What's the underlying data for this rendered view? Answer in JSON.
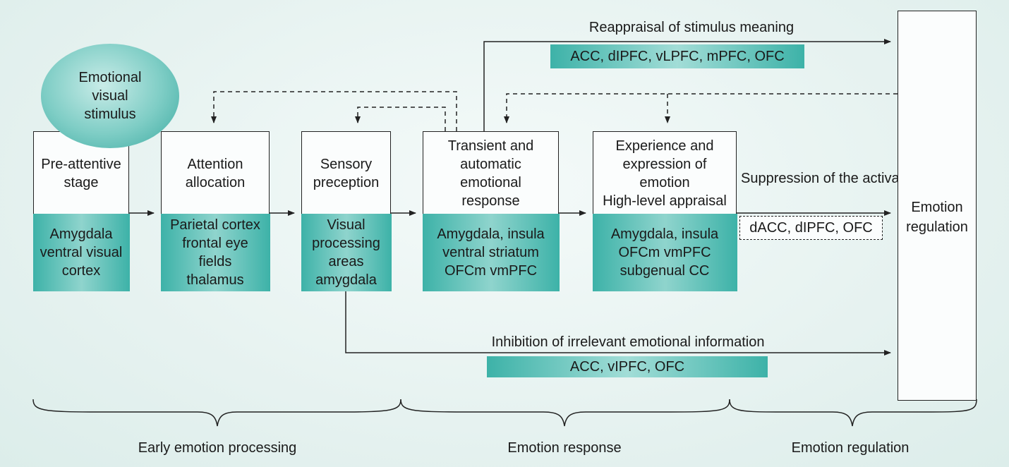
{
  "stimulus": "Emotional\nvisual\nstimulus",
  "stages": [
    {
      "title": "Pre-attentive\nstage",
      "regions": "Amygdala\nventral visual\ncortex"
    },
    {
      "title": "Attention\nallocation",
      "regions": "Parietal cortex\nfrontal eye\nfields\nthalamus"
    },
    {
      "title": "Sensory\npreception",
      "regions": "Visual\nprocessing\nareas\namygdala"
    },
    {
      "title": "Transient and\nautomatic\nemotional\nresponse",
      "regions": "Amygdala, insula\nventral striatum\nOFCm vmPFC"
    },
    {
      "title": "Experience and\nexpression of\nemotion\nHigh-level appraisal",
      "regions": "Amygdala, insula\nOFCm vmPFC\nsubgenual CC"
    }
  ],
  "reappraisal": {
    "label": "Reappraisal of stimulus meaning",
    "regions": "ACC, dIPFC, vLPFC, mPFC, OFC"
  },
  "suppression": {
    "label": "Suppression of the\nactivated emotion",
    "regions": "dACC, dIPFC, OFC"
  },
  "inhibition": {
    "label": "Inhibition of irrelevant emotional information",
    "regions": "ACC, vIPFC, OFC"
  },
  "regulation_box": "Emotion\nregulation",
  "phases": [
    "Early emotion processing",
    "Emotion response",
    "Emotion regulation"
  ],
  "colors": {
    "teal": "#3db2a8",
    "line": "#222222"
  }
}
